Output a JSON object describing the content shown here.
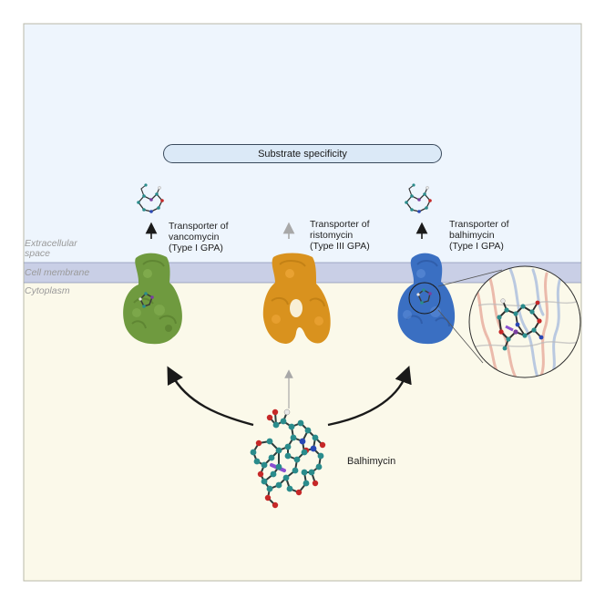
{
  "regions": {
    "extracellular": [
      "Extracellular",
      "space"
    ],
    "membrane": "Cell membrane",
    "cytoplasm": "Cytoplasm"
  },
  "header": {
    "title": "Substrate specificity"
  },
  "transporters": [
    {
      "lines": [
        "Transporter of",
        "vancomycin",
        "(Type I GPA)"
      ],
      "color": "#6f9a3f"
    },
    {
      "lines": [
        "Transporter of",
        "ristomycin",
        "(Type III GPA)"
      ],
      "color": "#d9921e"
    },
    {
      "lines": [
        "Transporter of",
        "balhimycin",
        "(Type I GPA)"
      ],
      "color": "#3a6fc2"
    }
  ],
  "molecule": {
    "label": "Balhimycin"
  },
  "colors": {
    "extracellular": "#eef5fd",
    "membrane": "#c9cfe6",
    "cytoplasm": "#fbf9ea"
  }
}
